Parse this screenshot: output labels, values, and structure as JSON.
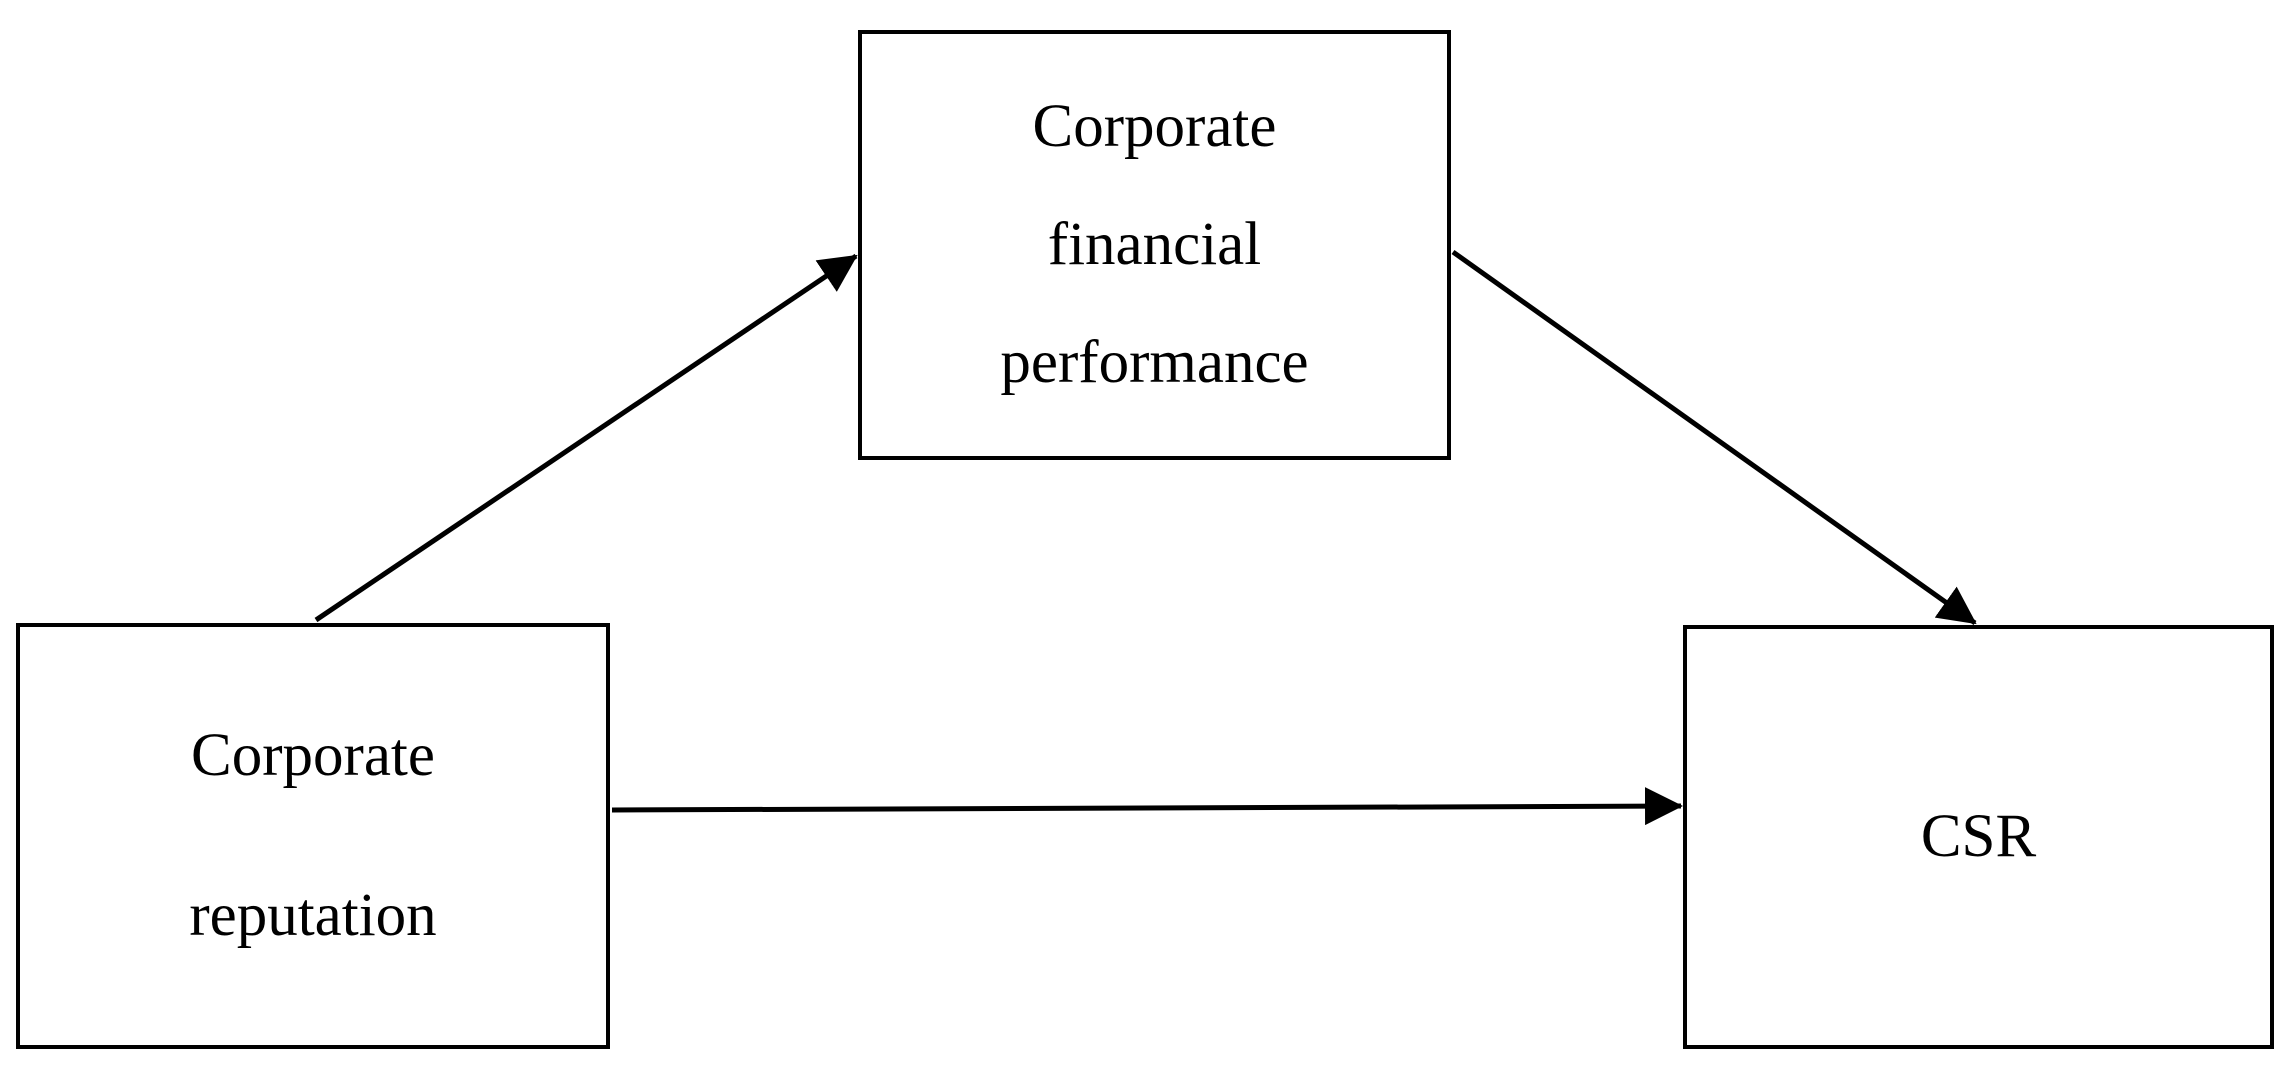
{
  "diagram": {
    "nodes": {
      "financial_performance": {
        "lines": [
          "Corporate",
          "financial",
          "performance"
        ]
      },
      "reputation": {
        "lines": [
          "Corporate",
          "reputation"
        ]
      },
      "csr": {
        "lines": [
          "CSR"
        ]
      }
    },
    "edges": [
      {
        "from": "reputation",
        "to": "financial_performance"
      },
      {
        "from": "financial_performance",
        "to": "csr"
      },
      {
        "from": "reputation",
        "to": "csr"
      }
    ],
    "colors": {
      "stroke": "#000000",
      "background": "#ffffff"
    }
  }
}
